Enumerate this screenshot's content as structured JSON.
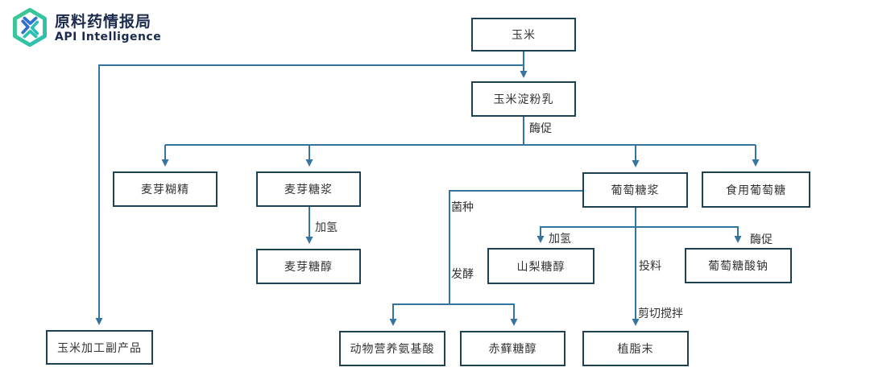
{
  "logo": {
    "title": "原料药情报局",
    "subtitle": "API Intelligence"
  },
  "colors": {
    "line": "#35749e",
    "box_border": "#1e4254",
    "text": "#333333",
    "logo_text": "#1c2b4d",
    "logo_green": "#3ec98c",
    "logo_teal": "#2bbfb3",
    "logo_blue": "#2f6fd0"
  },
  "nodes": {
    "corn": "玉米",
    "corn_starch_milk": "玉米淀粉乳",
    "maltodextrin": "麦芽糊精",
    "maltose_syrup": "麦芽糖浆",
    "maltitol": "麦芽糖醇",
    "glucose_syrup": "葡萄糖浆",
    "edible_glucose": "食用葡萄糖",
    "sorbitol": "山梨糖醇",
    "sodium_gluconate": "葡萄糖酸钠",
    "animal_amino_acid": "动物营养氨基酸",
    "erythritol": "赤藓糖醇",
    "fat_powder": "植脂末",
    "corn_byproduct": "玉米加工副产品"
  },
  "edge_labels": {
    "enzymatic_top": "酶促",
    "hydrogenation_left": "加氢",
    "strain": "菌种",
    "fermentation": "发酵",
    "hydrogenation_right": "加氢",
    "feeding": "投料",
    "enzymatic_right": "酶促",
    "shear_mix": "剪切搅拌"
  }
}
